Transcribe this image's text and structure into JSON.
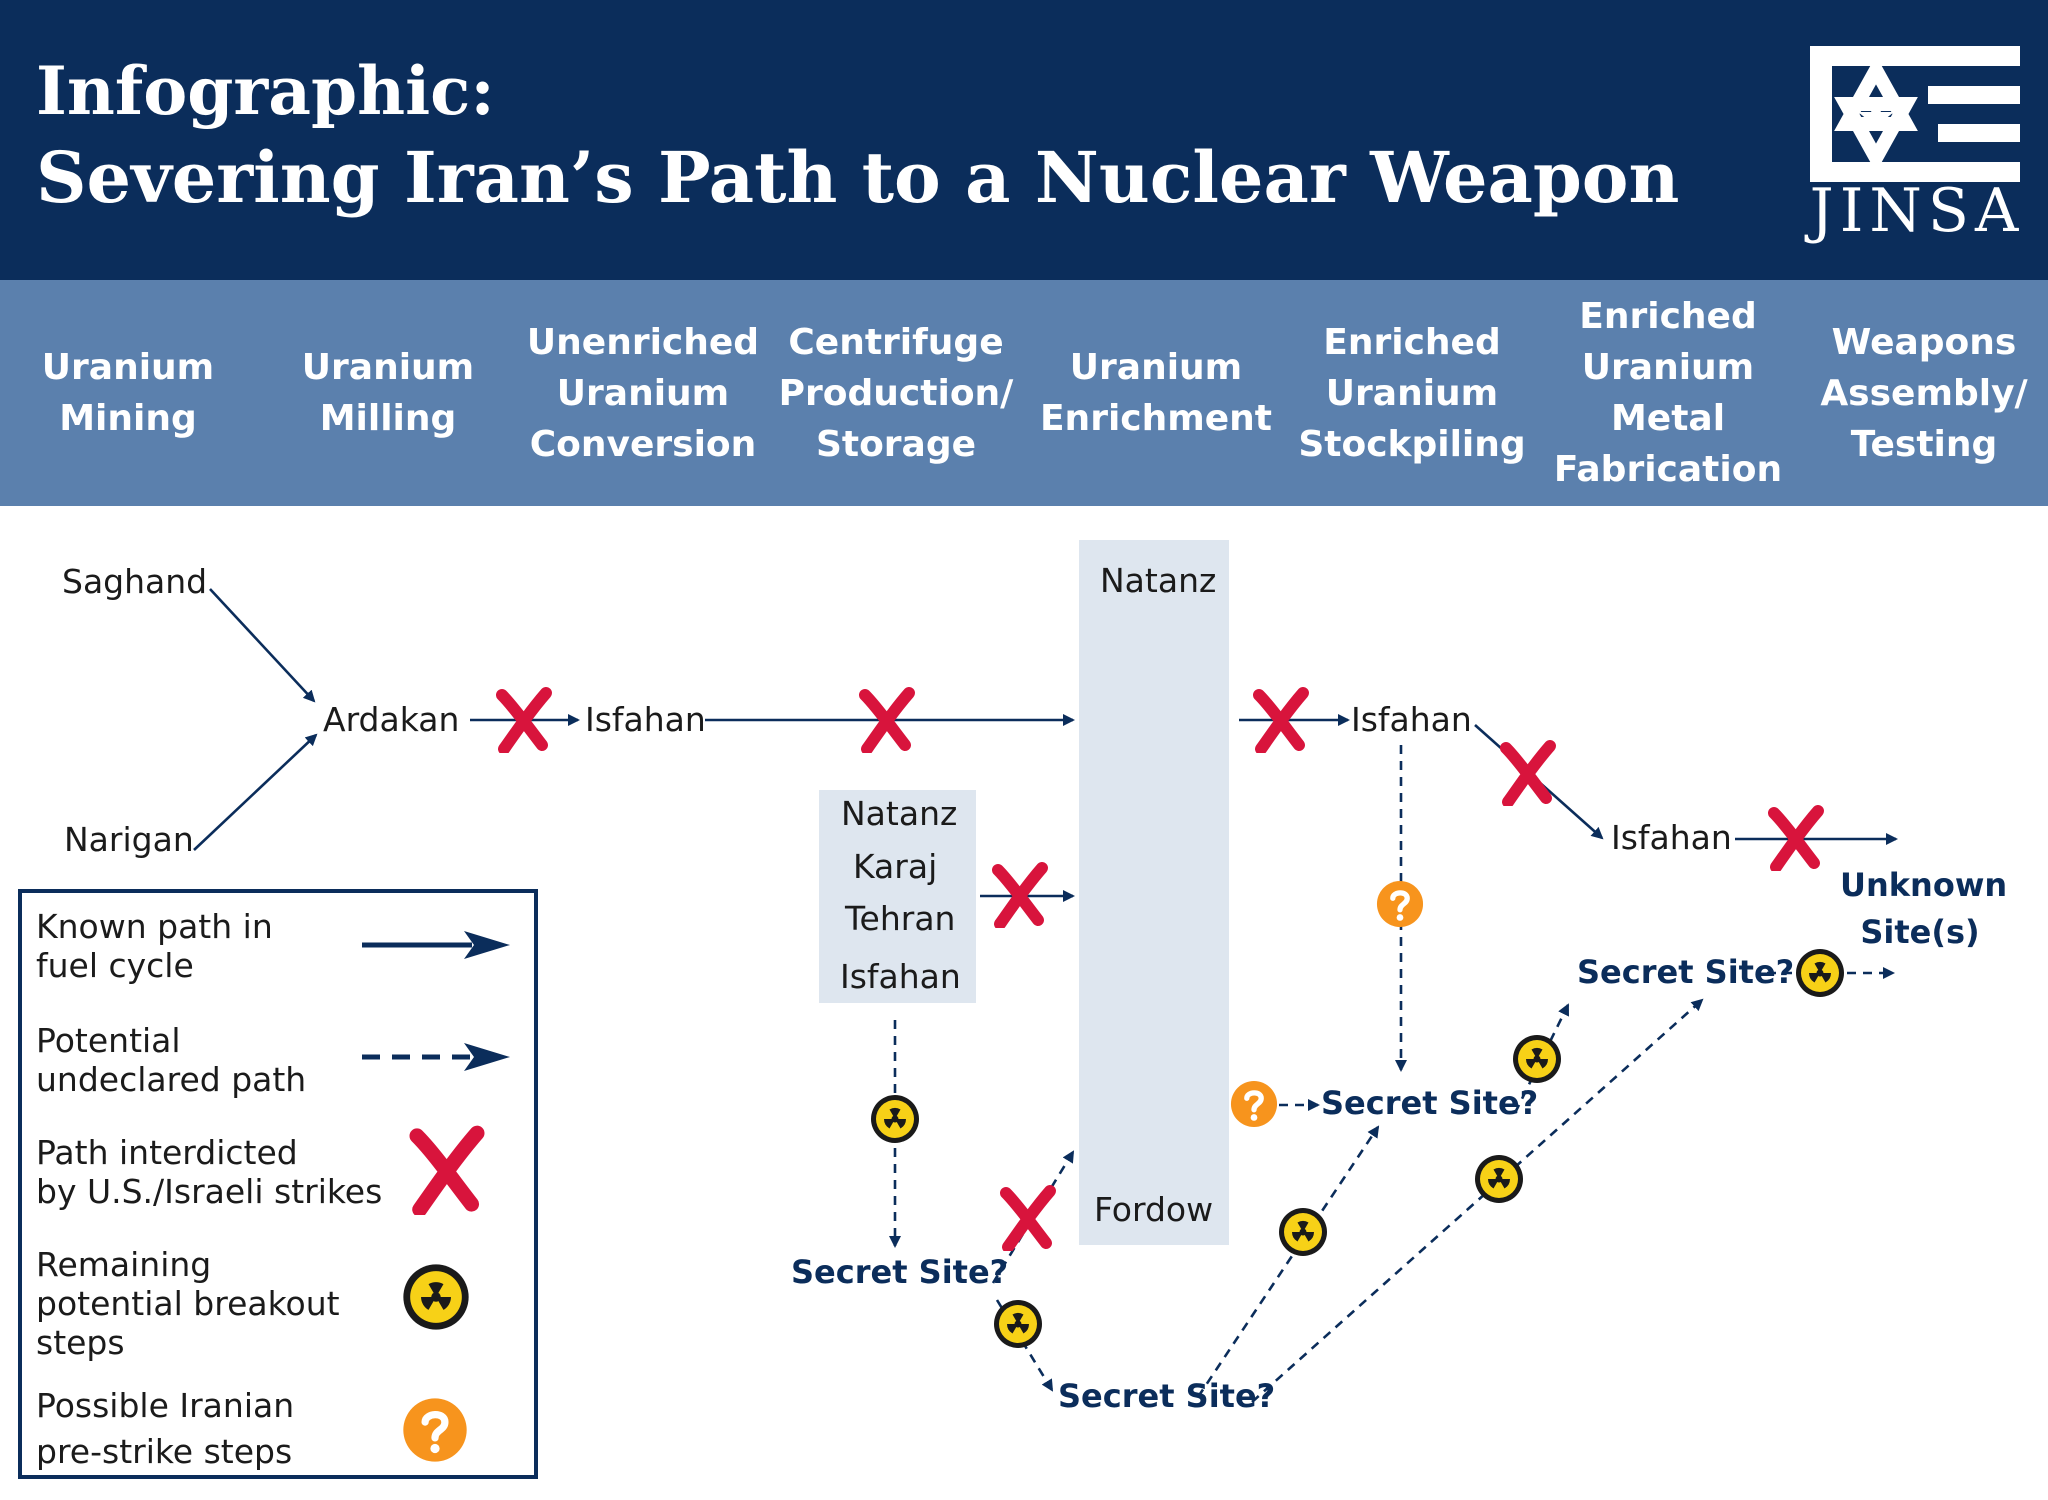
{
  "header": {
    "title_line1": "Infographic:",
    "title_line2": "Severing Iran’s Path to a Nuclear Weapon",
    "logo_text": "JINSA"
  },
  "stages": [
    {
      "lines": [
        "Uranium",
        "Mining"
      ]
    },
    {
      "lines": [
        "Uranium",
        "Milling"
      ]
    },
    {
      "lines": [
        "Unenriched",
        "Uranium",
        "Conversion"
      ]
    },
    {
      "lines": [
        "Centrifuge",
        "Production/",
        "Storage"
      ]
    },
    {
      "lines": [
        "Uranium",
        "Enrichment"
      ]
    },
    {
      "lines": [
        "Enriched",
        "Uranium",
        "Stockpiling"
      ]
    },
    {
      "lines": [
        "Enriched",
        "Uranium",
        "Metal",
        "Fabrication"
      ]
    },
    {
      "lines": [
        "Weapons",
        "Assembly/",
        "Testing"
      ]
    }
  ],
  "sites": {
    "saghand": "Saghand",
    "narigan": "Narigan",
    "ardakan": "Ardakan",
    "isfahan_conversion": "Isfahan",
    "natanz_enrichment": "Natanz",
    "fordow": "Fordow",
    "centrifuge_sites": [
      "Natanz",
      "Karaj",
      "Tehran",
      "Isfahan"
    ],
    "isfahan_stockpile": "Isfahan",
    "isfahan_metal": "Isfahan",
    "unknown_sites": [
      "Unknown",
      "Site(s)"
    ],
    "secret_site": "Secret Site?"
  },
  "legend": {
    "known_path": [
      "Known path in",
      "fuel cycle"
    ],
    "potential_path": [
      "Potential",
      "undeclared path"
    ],
    "interdicted": [
      "Path interdicted",
      "by U.S./Israeli strikes"
    ],
    "remaining": [
      "Remaining",
      "potential breakout",
      "steps"
    ],
    "possible": [
      "Possible Iranian",
      "pre-strike steps"
    ]
  },
  "icons": {
    "strike": "red-x-icon",
    "breakout": "radiation-icon",
    "possible": "question-icon"
  },
  "colors": {
    "navy": "#0b2d5b",
    "stage_bar": "#5b80ad",
    "strike_red": "#d8143c",
    "radiation_yellow": "#f7d117",
    "question_orange": "#f7941d",
    "site_box": "#dee6ef"
  }
}
